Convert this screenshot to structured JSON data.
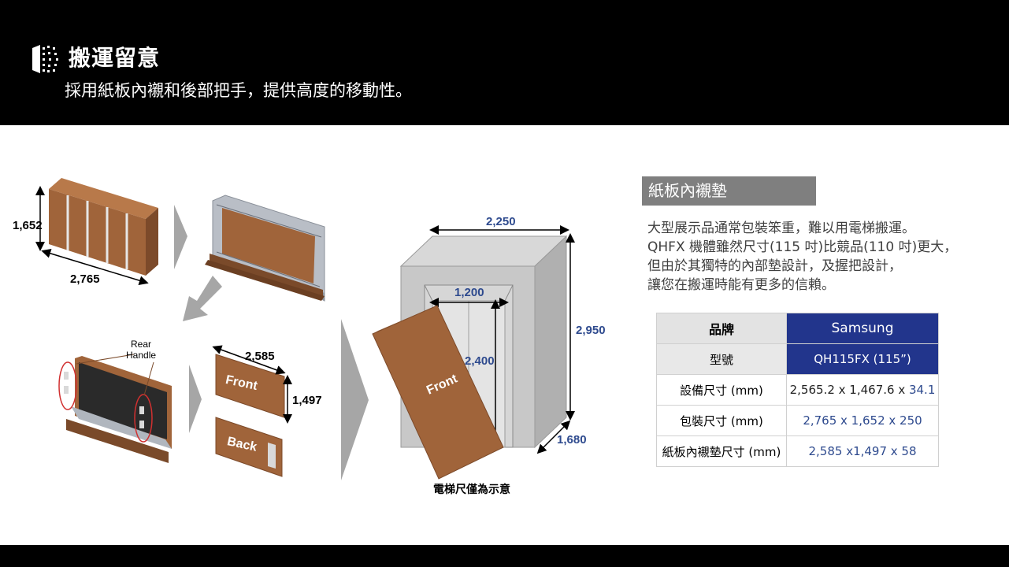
{
  "header": {
    "title": "搬運留意",
    "subtitle": "採用紙板內襯和後部把手，提供高度的移動性。"
  },
  "diagram": {
    "box_height": "1,652",
    "box_width": "2,765",
    "cushion_width": "2,585",
    "cushion_height": "1,497",
    "front_label": "Front",
    "back_label": "Back",
    "rear_handle": [
      "Rear",
      "Handle"
    ],
    "elevator_width": "2,250",
    "door_width": "1,200",
    "door_height": "2,400",
    "elevator_height": "2,950",
    "elevator_depth": "1,680",
    "elevator_caption": "電梯尺僅為示意",
    "panel_front_label": "Front"
  },
  "section": {
    "title": "紙板內襯墊",
    "description": [
      "大型展示品通常包裝笨重，難以用電梯搬運。",
      "QHFX 機體雖然尺寸(115 吋)比競品(110 吋)更大，",
      "但由於其獨特的內部墊設計，及握把設計，",
      "讓您在搬運時能有更多的信賴。"
    ]
  },
  "spec_table": {
    "brand_label": "品牌",
    "brand_value": "Samsung",
    "model_label": "型號",
    "model_value": "QH115FX (115”)",
    "device_label": "設備尺寸 (mm)",
    "device_value_a": "2,565.2 x 1,467.6 x ",
    "device_value_b": "34.1",
    "package_label": "包裝尺寸 (mm)",
    "package_value": "2,765 x 1,652 x 250",
    "cushion_label": "紙板內襯墊尺寸 (mm)",
    "cushion_value": "2,585 x1,497 x 58"
  },
  "colors": {
    "header_bg": "#000000",
    "table_accent": "#22358c",
    "dimension_blue": "#2e4a8e",
    "cardboard": "#a0643a",
    "section_title_bg": "#7f7f7f"
  }
}
